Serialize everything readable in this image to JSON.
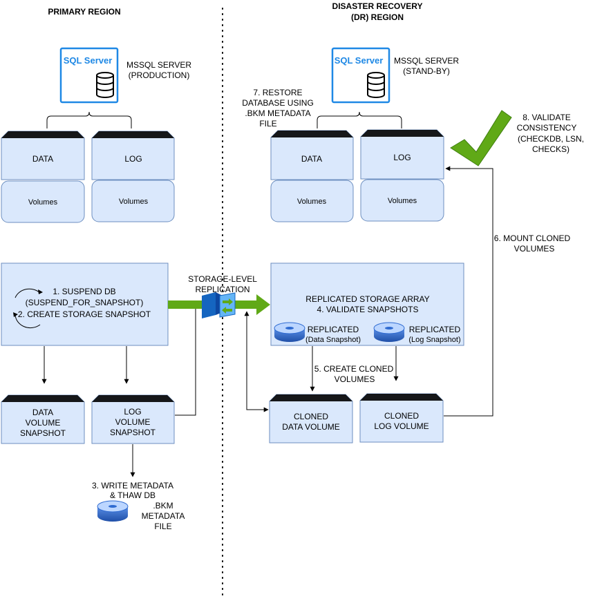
{
  "regions": {
    "primary_title": "PRIMARY REGION",
    "dr_title_line1": "DISASTER RECOVERY",
    "dr_title_line2": "(DR) REGION"
  },
  "primary": {
    "sql_logo_text": "SQL Server",
    "server_label_line1": "MSSQL SERVER",
    "server_label_line2": "(PRODUCTION)",
    "data_label": "DATA",
    "log_label": "LOG",
    "volumes_label_data": "Volumes",
    "volumes_label_log": "Volumes",
    "step1_line1": "1. SUSPEND DB",
    "step1_line2": "(SUSPEND_FOR_SNAPSHOT)",
    "step2_line1": "2. CREATE STORAGE SNAPSHOT",
    "data_snapshot_line1": "DATA",
    "data_snapshot_line2": "VOLUME",
    "data_snapshot_line3": "SNAPSHOT",
    "log_snapshot_line1": "LOG",
    "log_snapshot_line2": "VOLUME",
    "log_snapshot_line3": "SNAPSHOT",
    "step3_line1": "3. WRITE METADATA",
    "step3_line2": "& THAW DB",
    "bkm_line1": ".BKM",
    "bkm_line2": "METADATA",
    "bkm_line3": "FILE"
  },
  "replication": {
    "label_line1": "STORAGE-LEVEL",
    "label_line2": "REPLICATION"
  },
  "dr": {
    "sql_logo_text": "SQL Server",
    "server_label_line1": "MSSQL SERVER",
    "server_label_line2": "(STAND-BY)",
    "step7_line1": "7. RESTORE",
    "step7_line2": "DATABASE USING",
    "step7_line3": ".BKM METADATA",
    "step7_line4": "FILE",
    "data_label": "DATA",
    "log_label": "LOG",
    "volumes_label_data": "Volumes",
    "volumes_label_log": "Volumes",
    "step8_line1": "8. VALIDATE",
    "step8_line2": "CONSISTENCY",
    "step8_line3": "(CHECKDB, LSN,",
    "step8_line4": "CHECKS)",
    "array_line1": "REPLICATED STORAGE ARRAY",
    "array_line2": "4. VALIDATE SNAPSHOTS",
    "rep_data_line1": "REPLICATED",
    "rep_data_line2": "(Data Snapshot)",
    "rep_log_line1": "REPLICATED",
    "rep_log_line2": "(Log Snapshot)",
    "step5_line1": "5. CREATE CLONED",
    "step5_line2": "VOLUMES",
    "cloned_data_line1": "CLONED",
    "cloned_data_line2": "DATA VOLUME",
    "cloned_log_line1": "CLONED",
    "cloned_log_line2": "LOG VOLUME",
    "step6_line1": "6. MOUNT CLONED",
    "step6_line2": "VOLUMES"
  },
  "colors": {
    "box_fill": "#dae8fc",
    "box_stroke": "#6c8ebf",
    "sql_blue": "#1e88e5",
    "check_green": "#4caf1a",
    "arrow_green": "#60a917",
    "disk_blue": "#2f6bd1"
  },
  "icons": [
    "sql-server-icon",
    "database-icon",
    "checkmark-icon",
    "disk-icon",
    "replication-icon",
    "cycle-arrows-icon"
  ]
}
